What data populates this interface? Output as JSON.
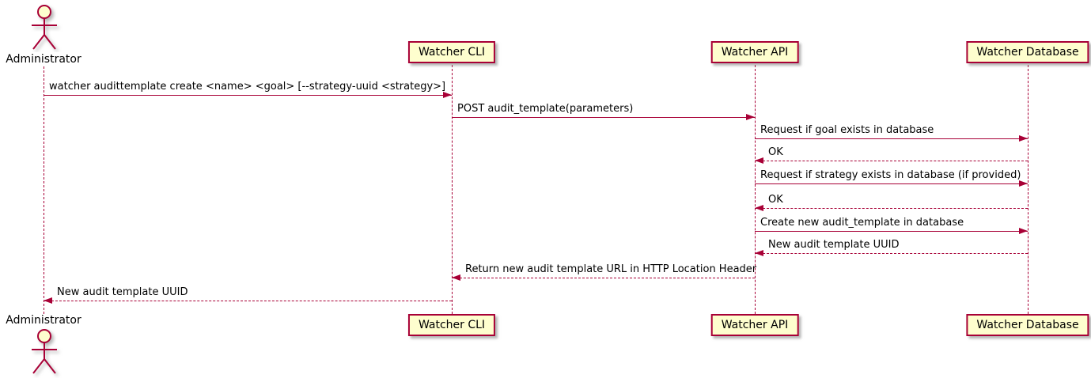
{
  "diagram": {
    "kind": "sequence-diagram",
    "colors": {
      "participant_fill": "#FEFECE",
      "stroke": "#A80036",
      "text": "#000000",
      "shadow": "#AAAAAA"
    },
    "participants": [
      {
        "id": "administrator",
        "label": "Administrator",
        "kind": "actor"
      },
      {
        "id": "watcher-cli",
        "label": "Watcher CLI",
        "kind": "participant"
      },
      {
        "id": "watcher-api",
        "label": "Watcher API",
        "kind": "participant"
      },
      {
        "id": "watcher-db",
        "label": "Watcher Database",
        "kind": "participant"
      }
    ],
    "messages": [
      {
        "from": "administrator",
        "to": "watcher-cli",
        "label": "watcher audittemplate create <name> <goal> [--strategy-uuid <strategy>]",
        "line": "solid"
      },
      {
        "from": "watcher-cli",
        "to": "watcher-api",
        "label": "POST audit_template(parameters)",
        "line": "solid"
      },
      {
        "from": "watcher-api",
        "to": "watcher-db",
        "label": "Request if goal exists in database",
        "line": "solid"
      },
      {
        "from": "watcher-db",
        "to": "watcher-api",
        "label": "OK",
        "line": "dashed"
      },
      {
        "from": "watcher-api",
        "to": "watcher-db",
        "label": "Request if strategy exists in database (if provided)",
        "line": "solid"
      },
      {
        "from": "watcher-db",
        "to": "watcher-api",
        "label": "OK",
        "line": "dashed"
      },
      {
        "from": "watcher-api",
        "to": "watcher-db",
        "label": "Create new audit_template in database",
        "line": "solid"
      },
      {
        "from": "watcher-db",
        "to": "watcher-api",
        "label": "New audit template UUID",
        "line": "dashed"
      },
      {
        "from": "watcher-api",
        "to": "watcher-cli",
        "label": "Return new audit template URL in HTTP Location Header",
        "line": "dashed"
      },
      {
        "from": "watcher-cli",
        "to": "administrator",
        "label": "New audit template UUID",
        "line": "dashed"
      }
    ]
  }
}
